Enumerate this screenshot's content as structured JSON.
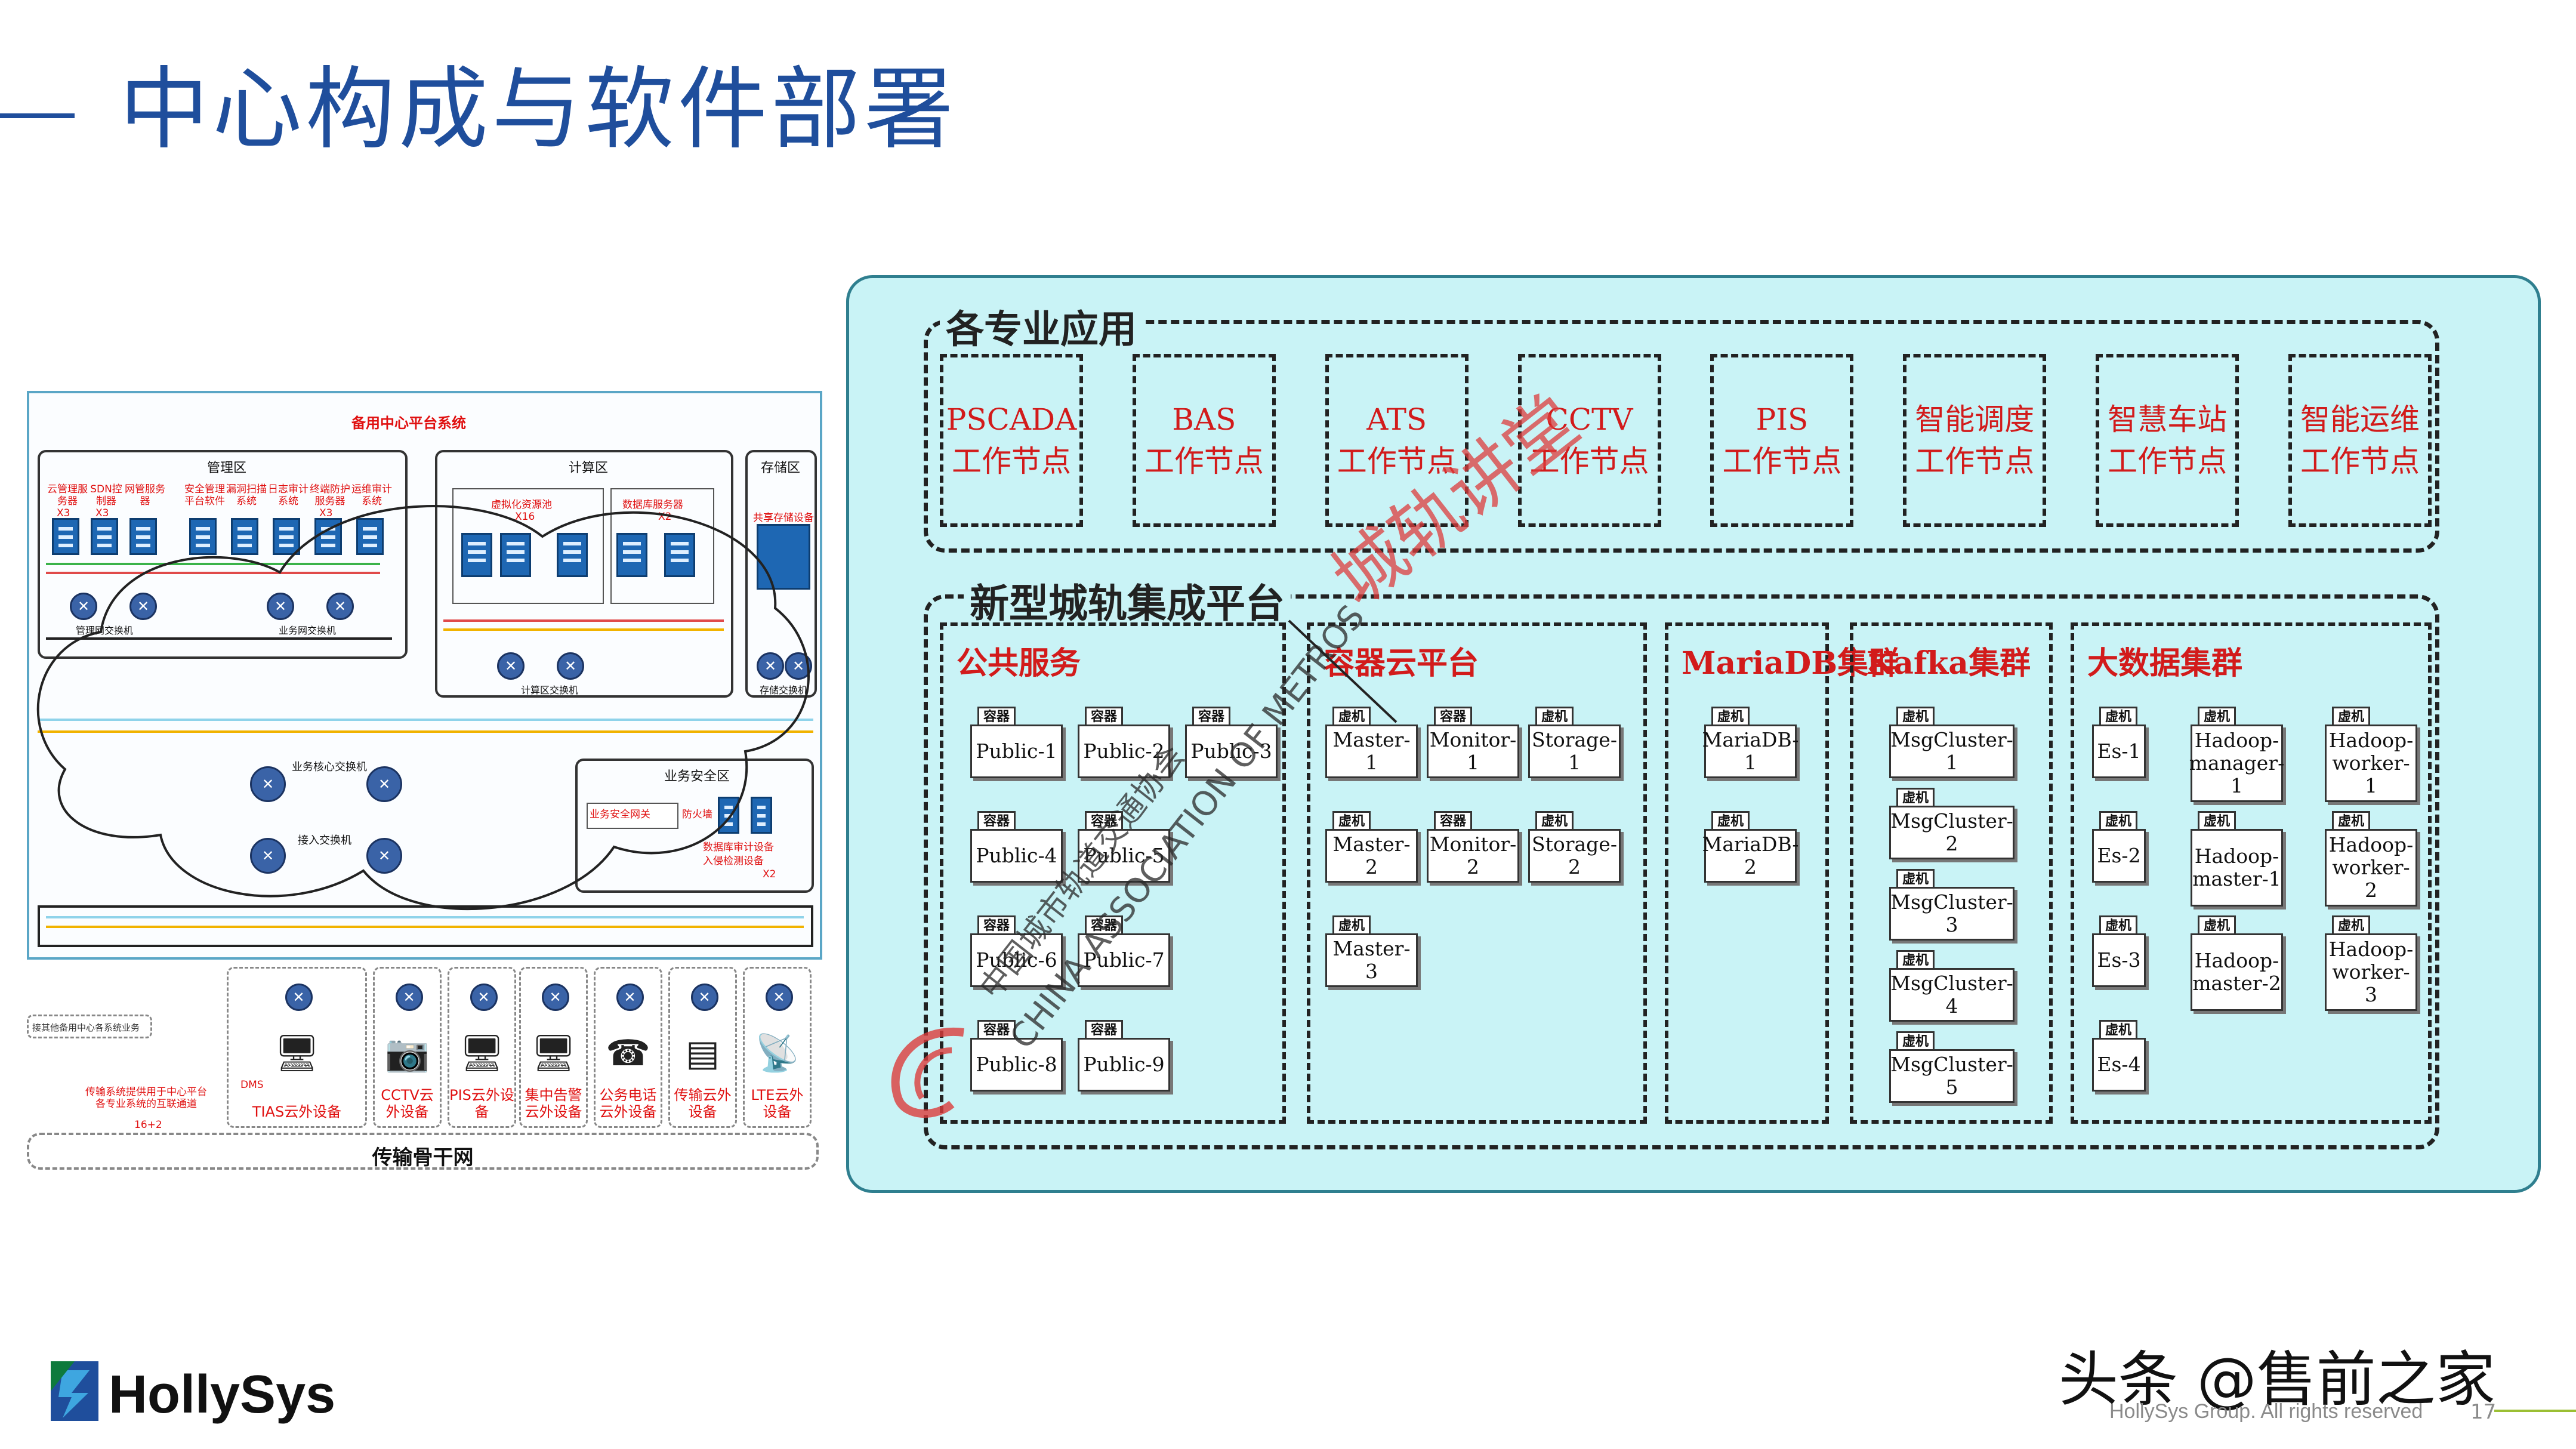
{
  "page": {
    "title": "中心构成与软件部署",
    "brand": "HollySys",
    "footer": "HollySys Group. All rights reserved",
    "page_number": "17",
    "watermark_toutiao": "头条 @售前之家",
    "colors": {
      "title": "#1f4e9c",
      "panel": "#c9f3f6",
      "accent_red": "#d21b1b",
      "footer_green": "#9bbf34"
    }
  },
  "left_diagram": {
    "title": "备用中心平台系统",
    "zones": {
      "management": "管理区",
      "compute": "计算区",
      "storage": "存储区",
      "business_security": "业务安全区"
    },
    "management_servers": [
      {
        "label": "云管理服务器",
        "count": "X3"
      },
      {
        "label": "SDN控制器",
        "count": "X3"
      },
      {
        "label": "网管服务器",
        "count": ""
      },
      {
        "label": "安全管理平台软件",
        "count": ""
      },
      {
        "label": "漏洞扫描系统",
        "count": ""
      },
      {
        "label": "日志审计系统",
        "count": ""
      },
      {
        "label": "终端防护服务器",
        "count": "X3"
      },
      {
        "label": "运维审计系统",
        "count": ""
      }
    ],
    "mgmt_switches": [
      "管理网交换机",
      "业务网交换机"
    ],
    "compute_servers": [
      {
        "label": "虚拟化资源池",
        "count": "X16"
      },
      {
        "label": "数据库服务器",
        "count": "X2"
      }
    ],
    "compute_switch": "计算区交换机",
    "storage_device": "共享存储设备",
    "storage_switch": "存储交换机",
    "core_switches": [
      "业务核心交换机",
      "接入交换机"
    ],
    "security_devices": [
      "业务安全网关",
      "防火墙",
      "数据库审计设备",
      "入侵检测设备"
    ],
    "security_count": "X2",
    "dashed_note": "接其他备用中心各系统业务",
    "red_note": "传输系统提供用于中心平台各专业系统的互联通道",
    "red_note_count": "16+2",
    "devices": [
      {
        "label": "TIAS云外设备",
        "sub": "DMS",
        "icon": "monitor-icon"
      },
      {
        "label": "CCTV云外设备",
        "sub": "",
        "icon": "camera-icon"
      },
      {
        "label": "PIS云外设备",
        "sub": "",
        "icon": "monitor-icon"
      },
      {
        "label": "集中告警云外设备",
        "sub": "",
        "icon": "monitor-icon"
      },
      {
        "label": "公务电话云外设备",
        "sub": "",
        "icon": "phone-icon"
      },
      {
        "label": "传输云外设备",
        "sub": "",
        "icon": "transmission-icon"
      },
      {
        "label": "LTE云外设备",
        "sub": "",
        "icon": "antenna-icon"
      }
    ],
    "backbone": "传输骨干网"
  },
  "right_diagram": {
    "apps_group": "各专业应用",
    "apps": [
      {
        "line1": "PSCADA",
        "line2": "工作节点"
      },
      {
        "line1": "BAS",
        "line2": "工作节点"
      },
      {
        "line1": "ATS",
        "line2": "工作节点"
      },
      {
        "line1": "CCTV",
        "line2": "工作节点"
      },
      {
        "line1": "PIS",
        "line2": "工作节点"
      },
      {
        "line1": "智能调度",
        "line2": "工作节点"
      },
      {
        "line1": "智慧车站",
        "line2": "工作节点"
      },
      {
        "line1": "智能运维",
        "line2": "工作节点"
      }
    ],
    "platform_group": "新型城轨集成平台",
    "clusters": [
      {
        "label": "公共服务",
        "nodes": [
          {
            "tag": "容器",
            "name": "Public-1"
          },
          {
            "tag": "容器",
            "name": "Public-2"
          },
          {
            "tag": "容器",
            "name": "Public-3"
          },
          {
            "tag": "容器",
            "name": "Public-4"
          },
          {
            "tag": "容器",
            "name": "Public-5"
          },
          {
            "tag": "容器",
            "name": "Public-6"
          },
          {
            "tag": "容器",
            "name": "Public-7"
          },
          {
            "tag": "容器",
            "name": "Public-8"
          },
          {
            "tag": "容器",
            "name": "Public-9"
          }
        ]
      },
      {
        "label": "容器云平台",
        "nodes": [
          {
            "tag": "虚机",
            "name": "Master-1"
          },
          {
            "tag": "容器",
            "name": "Monitor-1"
          },
          {
            "tag": "虚机",
            "name": "Storage-1"
          },
          {
            "tag": "虚机",
            "name": "Master-2"
          },
          {
            "tag": "容器",
            "name": "Monitor-2"
          },
          {
            "tag": "虚机",
            "name": "Storage-2"
          },
          {
            "tag": "虚机",
            "name": "Master-3"
          }
        ]
      },
      {
        "label": "MariaDB集群",
        "nodes": [
          {
            "tag": "虚机",
            "name": "MariaDB-1"
          },
          {
            "tag": "虚机",
            "name": "MariaDB-2"
          }
        ]
      },
      {
        "label": "Kafka集群",
        "nodes": [
          {
            "tag": "虚机",
            "name": "MsgCluster-1"
          },
          {
            "tag": "虚机",
            "name": "MsgCluster-2"
          },
          {
            "tag": "虚机",
            "name": "MsgCluster-3"
          },
          {
            "tag": "虚机",
            "name": "MsgCluster-4"
          },
          {
            "tag": "虚机",
            "name": "MsgCluster-5"
          }
        ]
      },
      {
        "label": "大数据集群",
        "nodes": [
          {
            "tag": "虚机",
            "name": "Es-1"
          },
          {
            "tag": "虚机",
            "name": "Hadoop-manager-1"
          },
          {
            "tag": "虚机",
            "name": "Hadoop-worker-1"
          },
          {
            "tag": "虚机",
            "name": "Es-2"
          },
          {
            "tag": "虚机",
            "name": "Hadoop-master-1"
          },
          {
            "tag": "虚机",
            "name": "Hadoop-worker-2"
          },
          {
            "tag": "虚机",
            "name": "Es-3"
          },
          {
            "tag": "虚机",
            "name": "Hadoop-master-2"
          },
          {
            "tag": "虚机",
            "name": "Hadoop-worker-3"
          },
          {
            "tag": "虚机",
            "name": "Es-4"
          }
        ]
      }
    ]
  },
  "watermarks": {
    "chinese": "城轨讲堂",
    "org_cn": "中国城市轨道交通协会",
    "org_en": "CHINA ASSOCIATION OF METROS"
  }
}
